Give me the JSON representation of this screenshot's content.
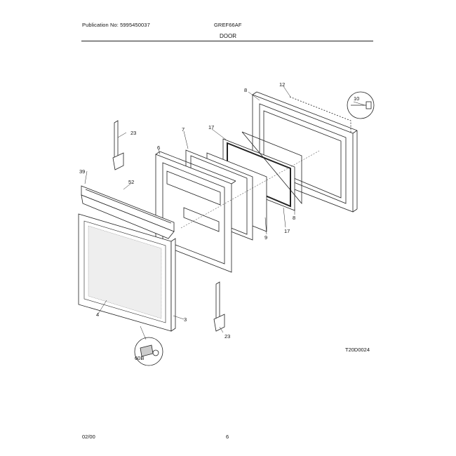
{
  "header": {
    "publication": "Publication No: 5995450037",
    "model": "GREF66AF",
    "section": "DOOR"
  },
  "callouts": {
    "c8_top": "8",
    "c12": "12",
    "c10": "10",
    "c17_top": "17",
    "c7": "7",
    "c6": "6",
    "c23_top": "23",
    "c39": "39",
    "c52": "52",
    "c8_bot": "8",
    "c17_bot": "17",
    "c9": "9",
    "c4": "4",
    "c3": "3",
    "c23_bot": "23",
    "c60B": "60B"
  },
  "diagram_code": "T20D0024",
  "footer": {
    "date": "02/00",
    "page": "6"
  }
}
